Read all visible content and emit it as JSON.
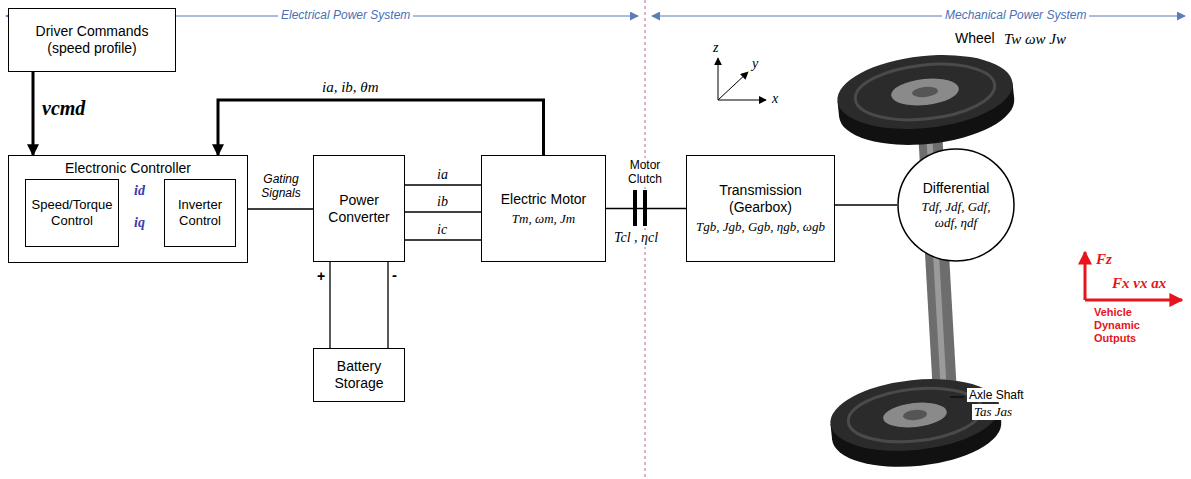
{
  "diagram": {
    "nodes": [
      {
        "text": [
          "Driver Commands",
          "(speed profile)"
        ]
      },
      {
        "text": [
          "Electronic Controller"
        ]
      },
      {
        "text": [
          "Speed/Torque Control"
        ],
        "in": 1
      },
      {
        "text": [
          "Inverter Control"
        ],
        "in": 1
      },
      {
        "text": [
          "Power Converter"
        ]
      },
      {
        "text": [
          "Battery Storage"
        ]
      },
      {
        "text": [
          "Electric Motor",
          "Tm, ωm, Jm"
        ]
      },
      {
        "text": [
          "Transmission (Gearbox)",
          "Tgb, Jgb, Ggb, ηgb, ωgb"
        ]
      },
      {
        "text": [
          "Differential",
          "Tdf, Jdf, Gdf, ωdf, ηdf"
        ]
      }
    ],
    "edges": [
      {
        "from": 0,
        "to": 1,
        "arrow": "to",
        "label": "vcmd"
      },
      {
        "from": 1,
        "to": 4,
        "arrow": "none",
        "label": "Gating Signals"
      },
      {
        "from": 4,
        "to": 6,
        "arrow": "none",
        "label": "ia"
      },
      {
        "from": 4,
        "to": 6,
        "arrow": "none",
        "label": "ib"
      },
      {
        "from": 4,
        "to": 6,
        "arrow": "none",
        "label": "ic"
      },
      {
        "from": 6,
        "to": 1,
        "arrow": "to",
        "label": "ia, ib, θm"
      },
      {
        "from": 2,
        "to": 3,
        "arrow": "none",
        "label": "id"
      },
      {
        "from": 2,
        "to": 3,
        "arrow": "none",
        "label": "iq"
      },
      {
        "from": 4,
        "to": 5,
        "arrow": "none",
        "label": "+"
      },
      {
        "from": 4,
        "to": 5,
        "arrow": "none",
        "label": "-"
      },
      {
        "from": 6,
        "to": 7,
        "arrow": "none"
      },
      {
        "from": 7,
        "to": 8,
        "arrow": "none"
      }
    ],
    "labels": [
      "Electrical Power System",
      "Mechanical Power System",
      "Motor Clutch",
      "Tcl , ηcl",
      "Wheel",
      "Tw ωw Jw",
      "Axle Shaft",
      "Tas Jas",
      "z",
      "y",
      "x",
      "Fz",
      "Fx vx ax",
      "Vehicle Dynamic Outputs"
    ]
  }
}
